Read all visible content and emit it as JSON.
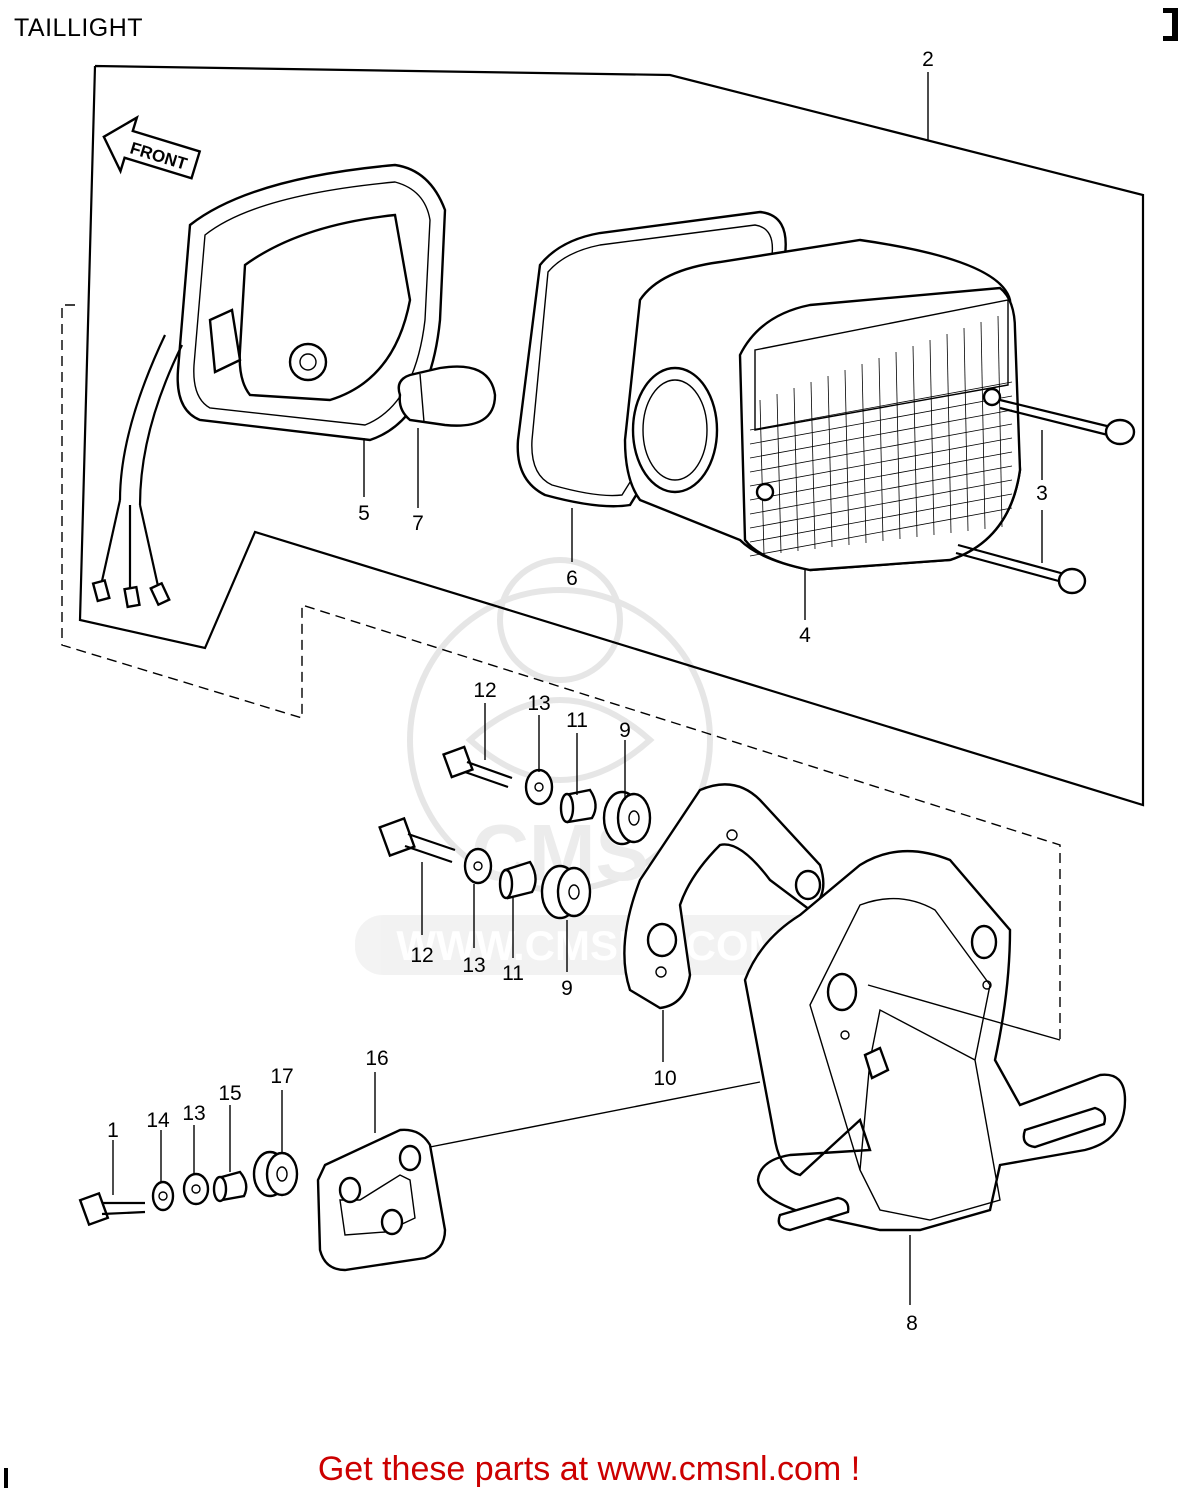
{
  "diagram": {
    "title": "TAILLIGHT",
    "front_label": "FRONT",
    "watermark_text": "WWW.CMSNL.COM",
    "watermark_logo_text": "CMS",
    "callouts": {
      "c1": "1",
      "c2": "2",
      "c3": "3",
      "c4": "4",
      "c5": "5",
      "c6": "6",
      "c7": "7",
      "c8": "8",
      "c9a": "9",
      "c9b": "9",
      "c10": "10",
      "c11a": "11",
      "c11b": "11",
      "c12a": "12",
      "c12b": "12",
      "c13a": "13",
      "c13b": "13",
      "c13c": "13",
      "c14": "14",
      "c15": "15",
      "c16": "16",
      "c17": "17"
    }
  },
  "footer": {
    "text": "Get these parts at www.cmsnl.com !",
    "color": "#cc0000"
  }
}
